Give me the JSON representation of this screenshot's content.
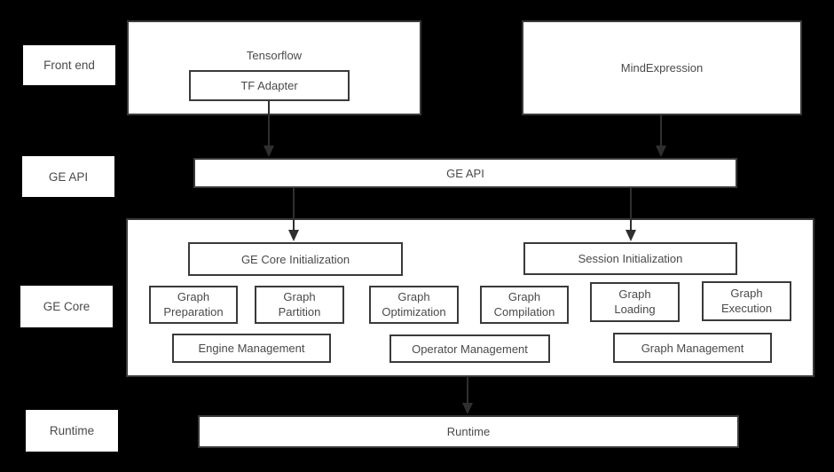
{
  "theme": {
    "bg": "#000000",
    "fill": "#ffffff",
    "border": "#3a3a3a",
    "text": "#4a4a4a",
    "arrow": "#2f2f2f"
  },
  "side_labels": {
    "front_end": "Front end",
    "ge_api": "GE API",
    "ge_core": "GE Core",
    "runtime": "Runtime"
  },
  "front_end": {
    "tensorflow": "Tensorflow",
    "tf_adapter": "TF Adapter",
    "mindexpression": "MindExpression"
  },
  "ge_api": {
    "label": "GE API"
  },
  "ge_core": {
    "core_init": "GE Core Initialization",
    "session_init": "Session Initialization",
    "modules": [
      {
        "label": "Graph\nPreparation"
      },
      {
        "label": "Graph\nPartition"
      },
      {
        "label": "Graph\nOptimization"
      },
      {
        "label": "Graph\nCompilation"
      },
      {
        "label": "Graph\nLoading"
      },
      {
        "label": "Graph\nExecution"
      }
    ],
    "managers": [
      {
        "label": "Engine Management"
      },
      {
        "label": "Operator Management"
      },
      {
        "label": "Graph Management"
      }
    ]
  },
  "runtime": {
    "label": "Runtime"
  }
}
